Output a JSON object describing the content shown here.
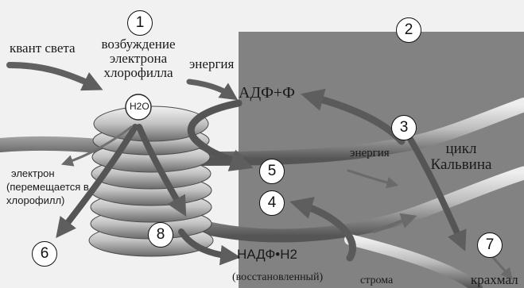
{
  "diagram": {
    "regions": {
      "left_bg": "#f1f1f1",
      "right_bg": "#828282"
    },
    "labels": {
      "light_quantum": "квант света",
      "excitation": [
        "возбуждение",
        "электрона",
        "хлорофилла"
      ],
      "energy_top": "энергия",
      "adp": "АДФ+Ф",
      "h2o": "H2O",
      "calvin": [
        "цикл",
        "Кальвина"
      ],
      "energy_mid": "энергия",
      "electron": [
        "электрон",
        "(перемещается в",
        "хлорофилл)"
      ],
      "nadph": "НАДФ•H2",
      "reduced": "(восстановленный)",
      "stroma": "строма",
      "starch": "крахмал"
    },
    "markers": [
      "1",
      "2",
      "3",
      "4",
      "5",
      "6",
      "7",
      "8"
    ]
  }
}
